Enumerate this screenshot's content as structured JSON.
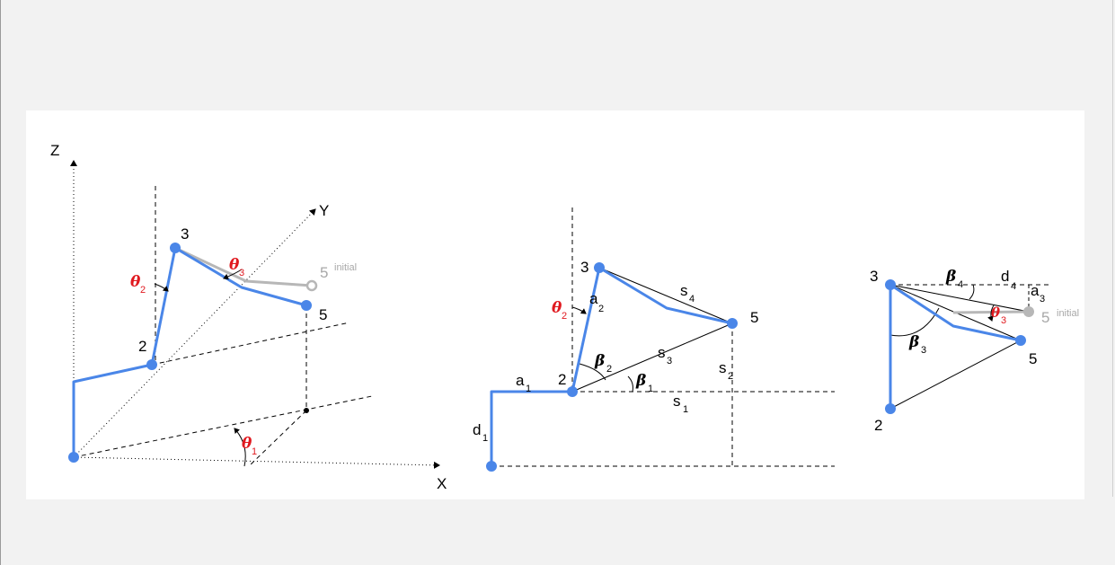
{
  "diagrams": {
    "left": {
      "axis_z": "Z",
      "axis_y": "Y",
      "axis_x": "X",
      "joint_2": "2",
      "joint_3": "3",
      "joint_5": "5",
      "initial_5": "5",
      "initial_tag": "initial",
      "theta2": "θ",
      "theta2_sub": "2",
      "theta3": "θ",
      "theta3_sub": "3",
      "theta1": "θ",
      "theta1_sub": "1"
    },
    "middle": {
      "joint_2": "2",
      "joint_3": "3",
      "joint_5": "5",
      "theta2": "θ",
      "theta2_sub": "2",
      "a2": "a",
      "a2_sub": "2",
      "s4": "s",
      "s4_sub": "4",
      "beta2": "β",
      "beta2_sub": "2",
      "s3": "s",
      "s3_sub": "3",
      "beta1": "β",
      "beta1_sub": "1",
      "s2": "s",
      "s2_sub": "2",
      "a1": "a",
      "a1_sub": "1",
      "s1": "s",
      "s1_sub": "1",
      "d1": "d",
      "d1_sub": "1"
    },
    "right": {
      "joint_3": "3",
      "joint_2": "2",
      "joint_5": "5",
      "initial_5": "5",
      "initial_tag": "initial",
      "beta4": "β",
      "beta4_sub": "4",
      "d4": "d",
      "d4_sub": "4",
      "a3": "a",
      "a3_sub": "3",
      "theta3": "θ",
      "theta3_sub": "3",
      "beta3": "β",
      "beta3_sub": "3"
    }
  },
  "colors": {
    "arm": "#4a86e8",
    "initial": "#b7b7b7",
    "angle_label": "#e0191f",
    "line": "#000000"
  }
}
